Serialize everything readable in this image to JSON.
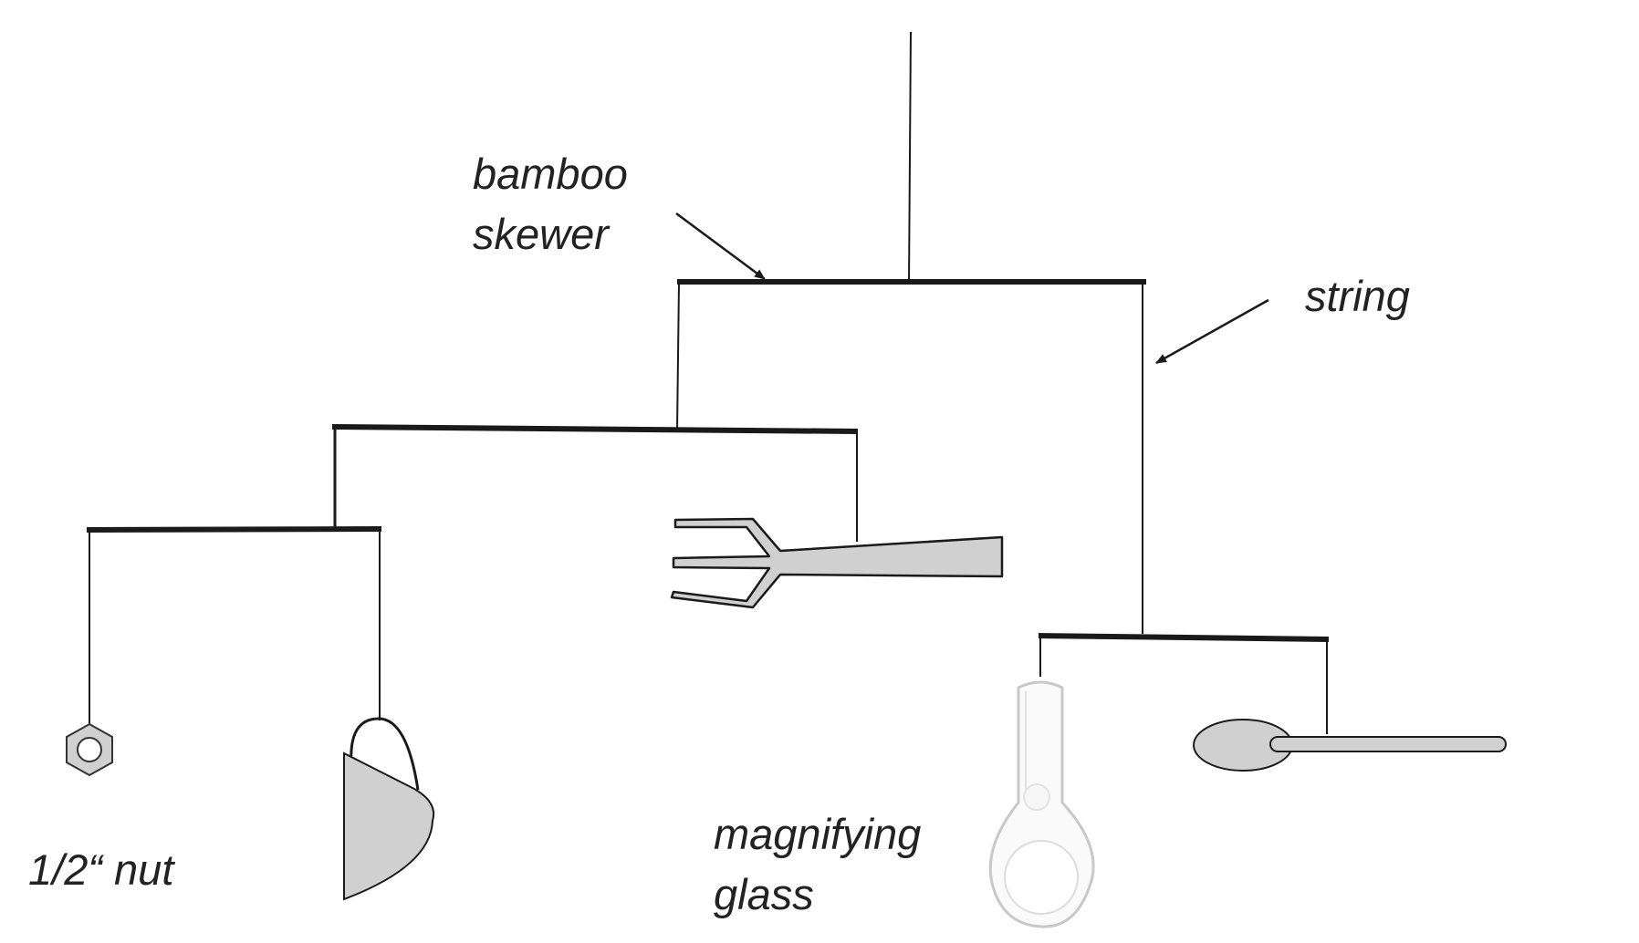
{
  "labels": {
    "bamboo_line1": "bamboo",
    "bamboo_line2": "skewer",
    "string": "string",
    "nut": "1/2“ nut",
    "magnifying_line1": "magnifying",
    "magnifying_line2": "glass"
  },
  "colors": {
    "line": "#1a1a1a",
    "object_fill": "#d0d0d0",
    "glass_fill": "#fafafa",
    "glass_edge": "#c8c8c8",
    "text": "#222222"
  },
  "icons": [
    "hex-nut-icon",
    "tea-cup-icon",
    "fork-icon",
    "magnifying-glass-icon",
    "spoon-icon"
  ]
}
